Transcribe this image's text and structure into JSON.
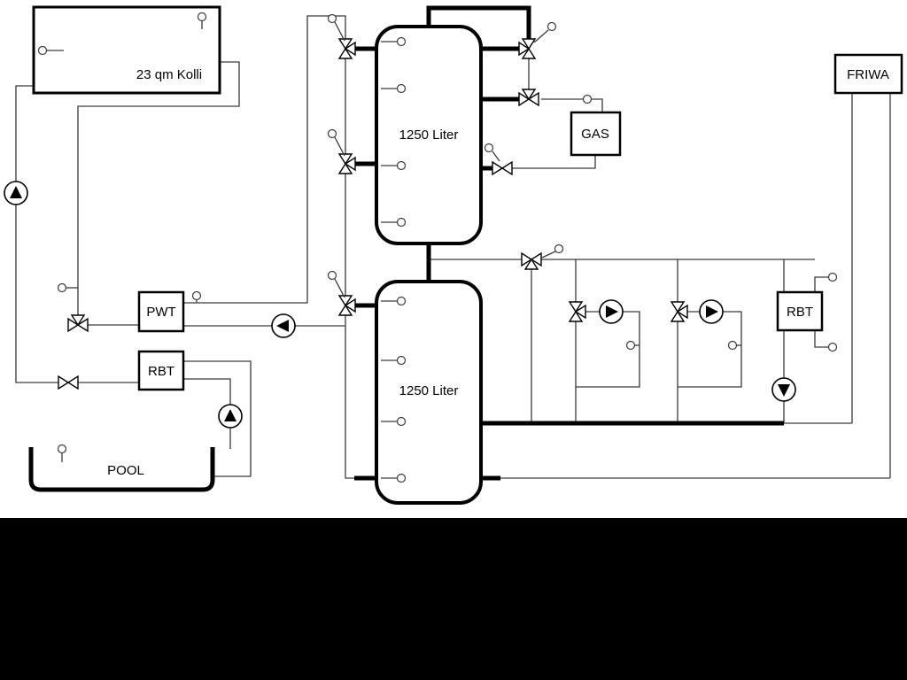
{
  "labels": {
    "collector": "23 qm Kolli",
    "tank_top": "1250 Liter",
    "tank_bottom": "1250 Liter",
    "pwt": "PWT",
    "rbt_left": "RBT",
    "rbt_right": "RBT",
    "gas": "GAS",
    "friwa": "FRIWA",
    "pool": "POOL"
  },
  "colors": {
    "background": "#ffffff",
    "letterbox": "#000000",
    "line_thin": "#3a3a3a",
    "pipe_thick": "#000000"
  }
}
